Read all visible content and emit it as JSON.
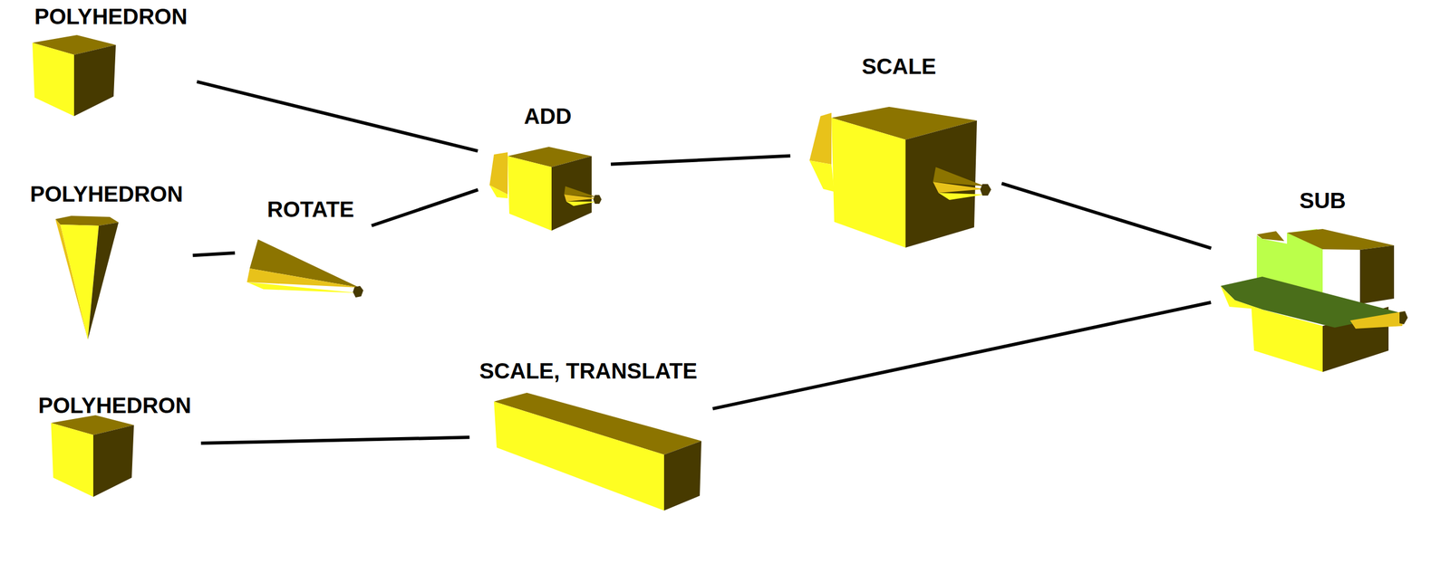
{
  "diagram": {
    "nodes": [
      {
        "text": [
          "POLYHEDRON"
        ]
      },
      {
        "text": [
          "POLYHEDRON"
        ]
      },
      {
        "text": [
          "ROTATE"
        ]
      },
      {
        "text": [
          "ADD"
        ]
      },
      {
        "text": [
          "SCALE"
        ]
      },
      {
        "text": [
          "POLYHEDRON"
        ]
      },
      {
        "text": [
          "SCALE, TRANSLATE"
        ]
      },
      {
        "text": [
          "SUB"
        ]
      }
    ],
    "edges": [
      {
        "from": 0,
        "to": 3,
        "arrow": "none"
      },
      {
        "from": 1,
        "to": 2,
        "arrow": "none"
      },
      {
        "from": 2,
        "to": 3,
        "arrow": "none"
      },
      {
        "from": 3,
        "to": 4,
        "arrow": "none"
      },
      {
        "from": 4,
        "to": 7,
        "arrow": "none"
      },
      {
        "from": 5,
        "to": 6,
        "arrow": "none"
      },
      {
        "from": 6,
        "to": 7,
        "arrow": "none"
      }
    ]
  }
}
